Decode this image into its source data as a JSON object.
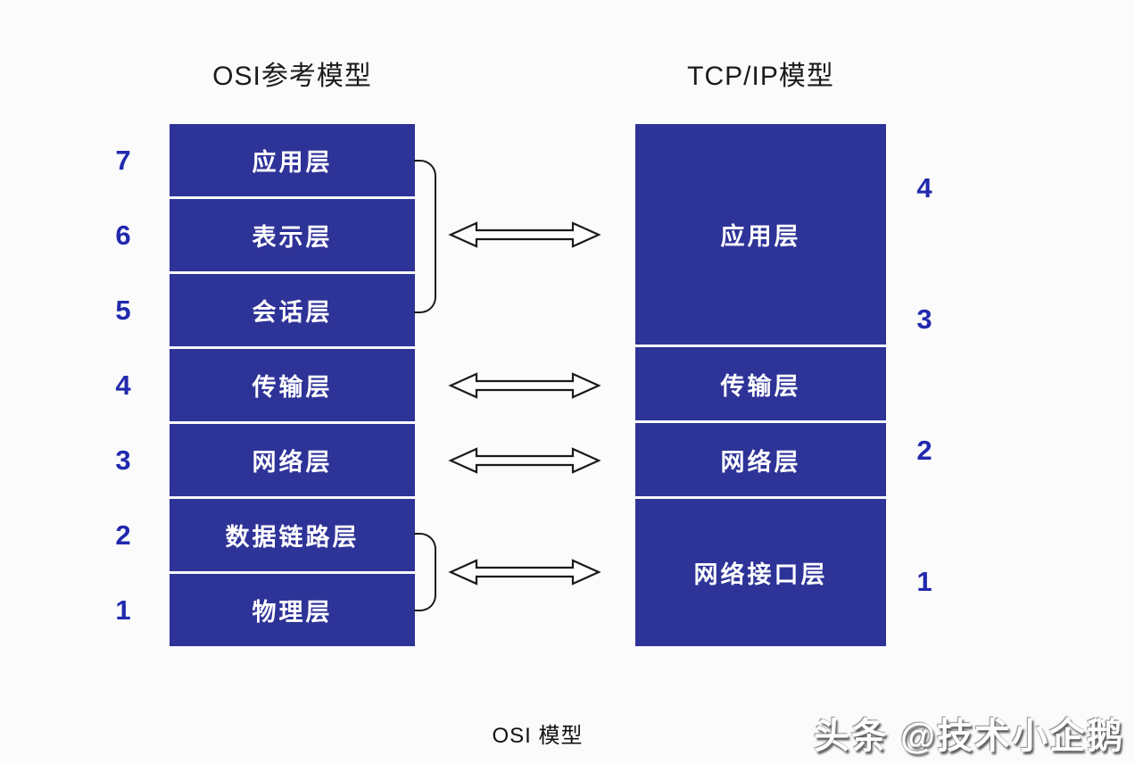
{
  "diagram": {
    "osi_title": "OSI参考模型",
    "tcpip_title": "TCP/IP模型",
    "caption": "OSI 模型",
    "watermark": "头条 @技术小企鹅"
  },
  "osi_layers": [
    {
      "num": "7",
      "label": "应用层"
    },
    {
      "num": "6",
      "label": "表示层"
    },
    {
      "num": "5",
      "label": "会话层"
    },
    {
      "num": "4",
      "label": "传输层"
    },
    {
      "num": "3",
      "label": "网络层"
    },
    {
      "num": "2",
      "label": "数据链路层"
    },
    {
      "num": "1",
      "label": "物理层"
    }
  ],
  "tcpip_layers": [
    {
      "num": "4",
      "label": "应用层",
      "spans_osi": "7-5"
    },
    {
      "num": "3",
      "label": "传输层",
      "spans_osi": "4"
    },
    {
      "num": "2",
      "label": "网络层",
      "spans_osi": "3"
    },
    {
      "num": "1",
      "label": "网络接口层",
      "spans_osi": "2-1"
    }
  ],
  "colors": {
    "layer_box": "#2e3398",
    "layer_number": "#2129ae",
    "layer_text": "#ffffff",
    "title_ink": "#1b1b1b",
    "arrow_outline": "#1a1a1a",
    "background": "#fbfbfb"
  }
}
